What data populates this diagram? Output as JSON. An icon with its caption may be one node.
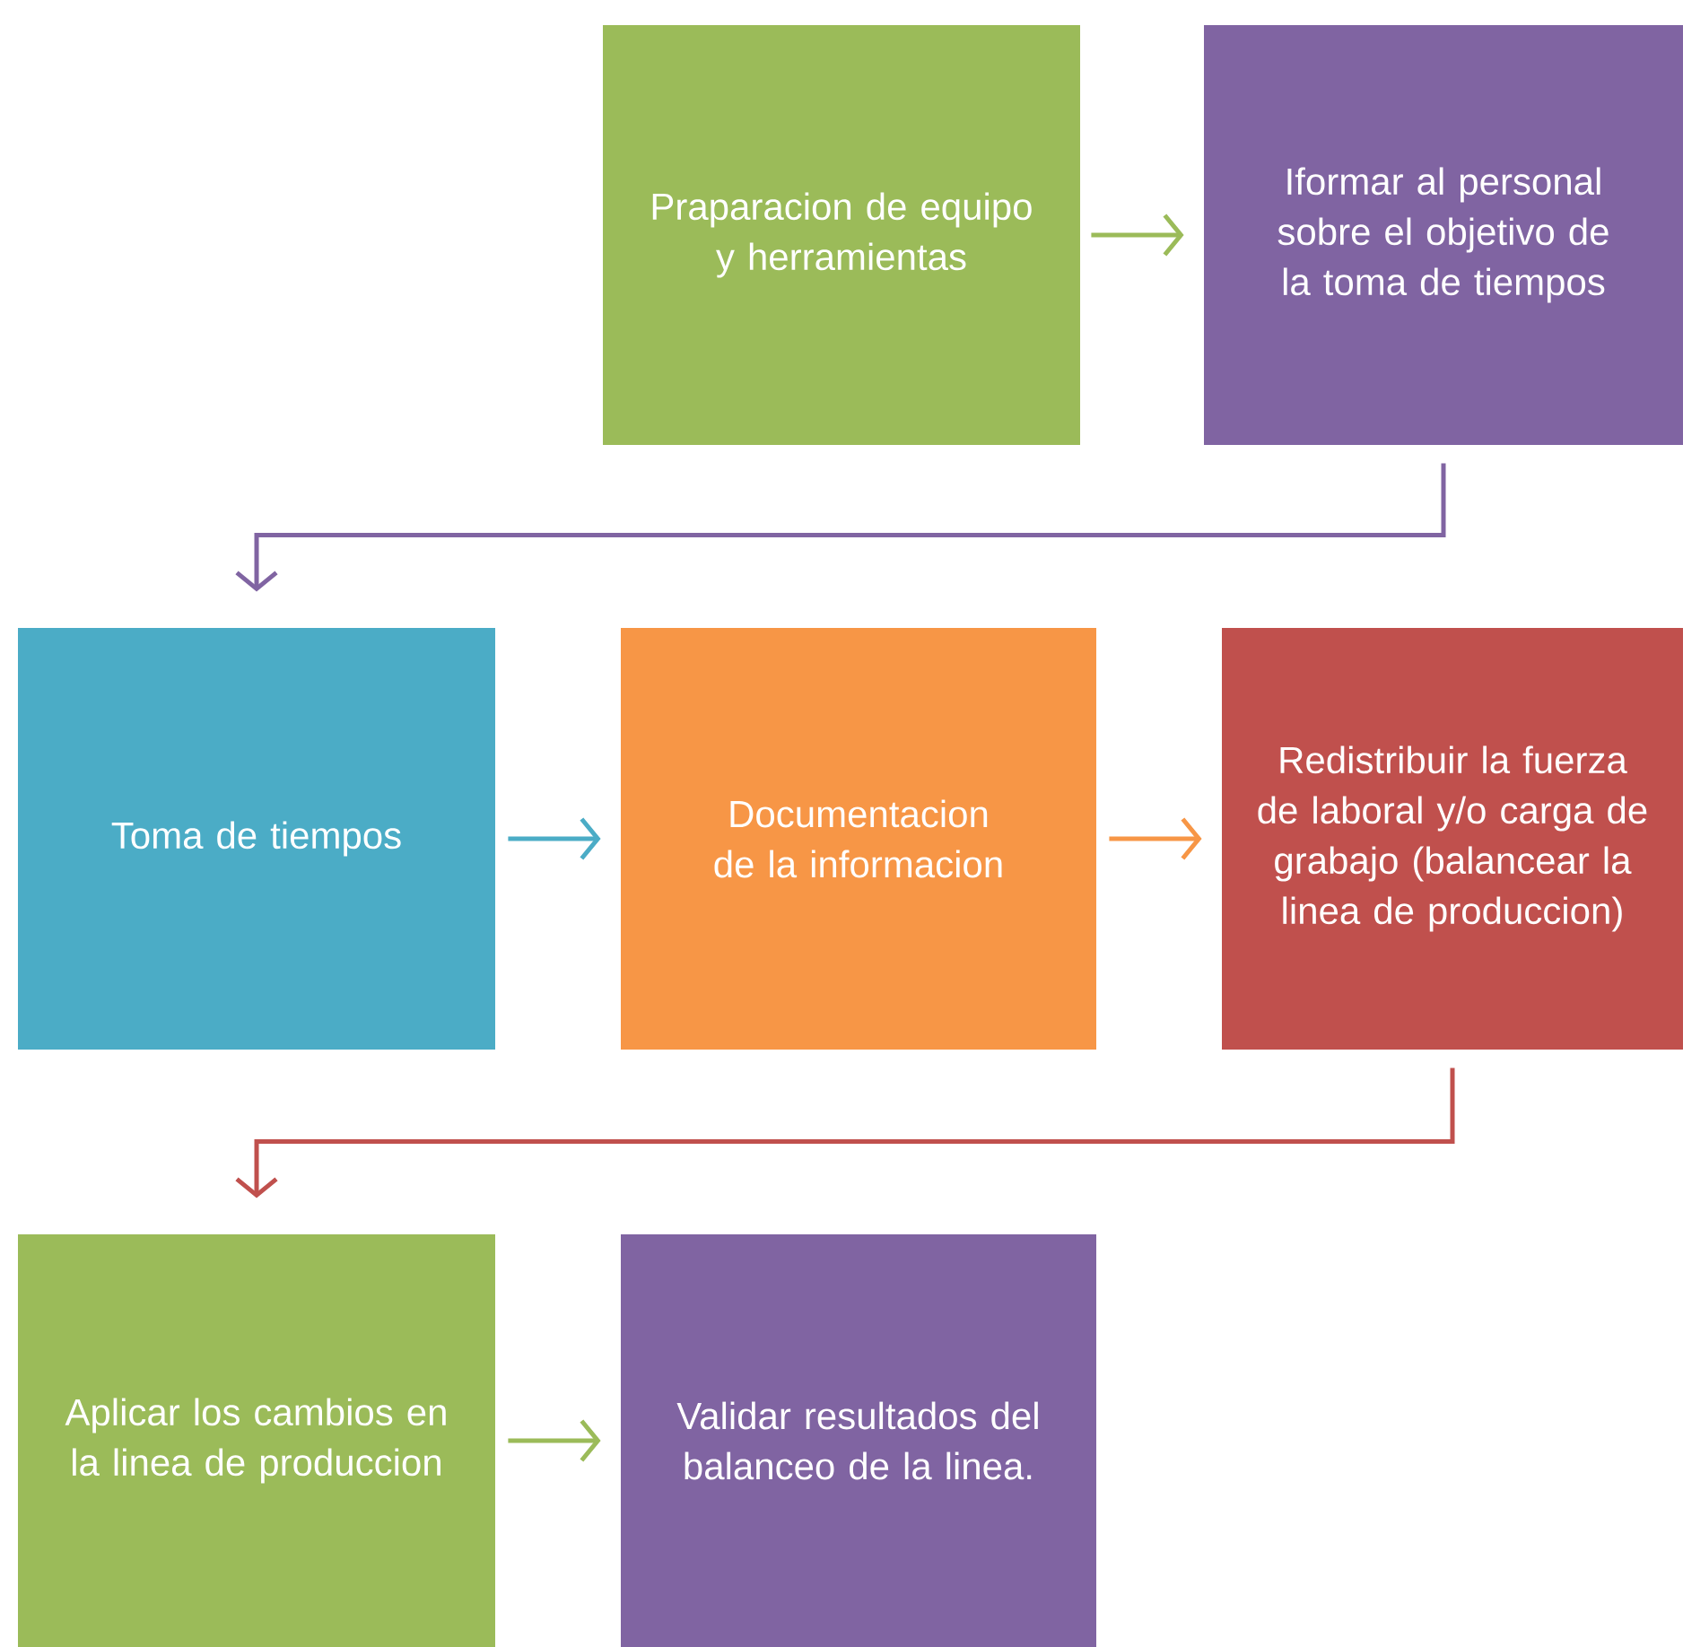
{
  "diagram": {
    "nodes": [
      {
        "text": [
          "Praparacion de equipo y herramientas"
        ]
      },
      {
        "text": [
          "Iformar al personal sobre el objetivo de la toma de tiempos"
        ]
      },
      {
        "text": [
          "Toma de tiempos"
        ]
      },
      {
        "text": [
          "Documentacion de la informacion"
        ]
      },
      {
        "text": [
          "Redistribuir la fuerza de laboral y/o carga de grabajo (balancear la linea de produccion)"
        ]
      },
      {
        "text": [
          "Aplicar los cambios en la linea de produccion"
        ]
      },
      {
        "text": [
          "Validar resultados del balanceo de la linea."
        ]
      }
    ],
    "edges": [
      {
        "from": 0,
        "to": 1,
        "arrow": "to",
        "color": "#9bbb59"
      },
      {
        "from": 1,
        "to": 2,
        "arrow": "to",
        "color": "#8064a2"
      },
      {
        "from": 2,
        "to": 3,
        "arrow": "to",
        "color": "#4bacc6"
      },
      {
        "from": 3,
        "to": 4,
        "arrow": "to",
        "color": "#f79646"
      },
      {
        "from": 4,
        "to": 5,
        "arrow": "to",
        "color": "#c0504d"
      },
      {
        "from": 5,
        "to": 6,
        "arrow": "to",
        "color": "#9bbb59"
      }
    ]
  }
}
